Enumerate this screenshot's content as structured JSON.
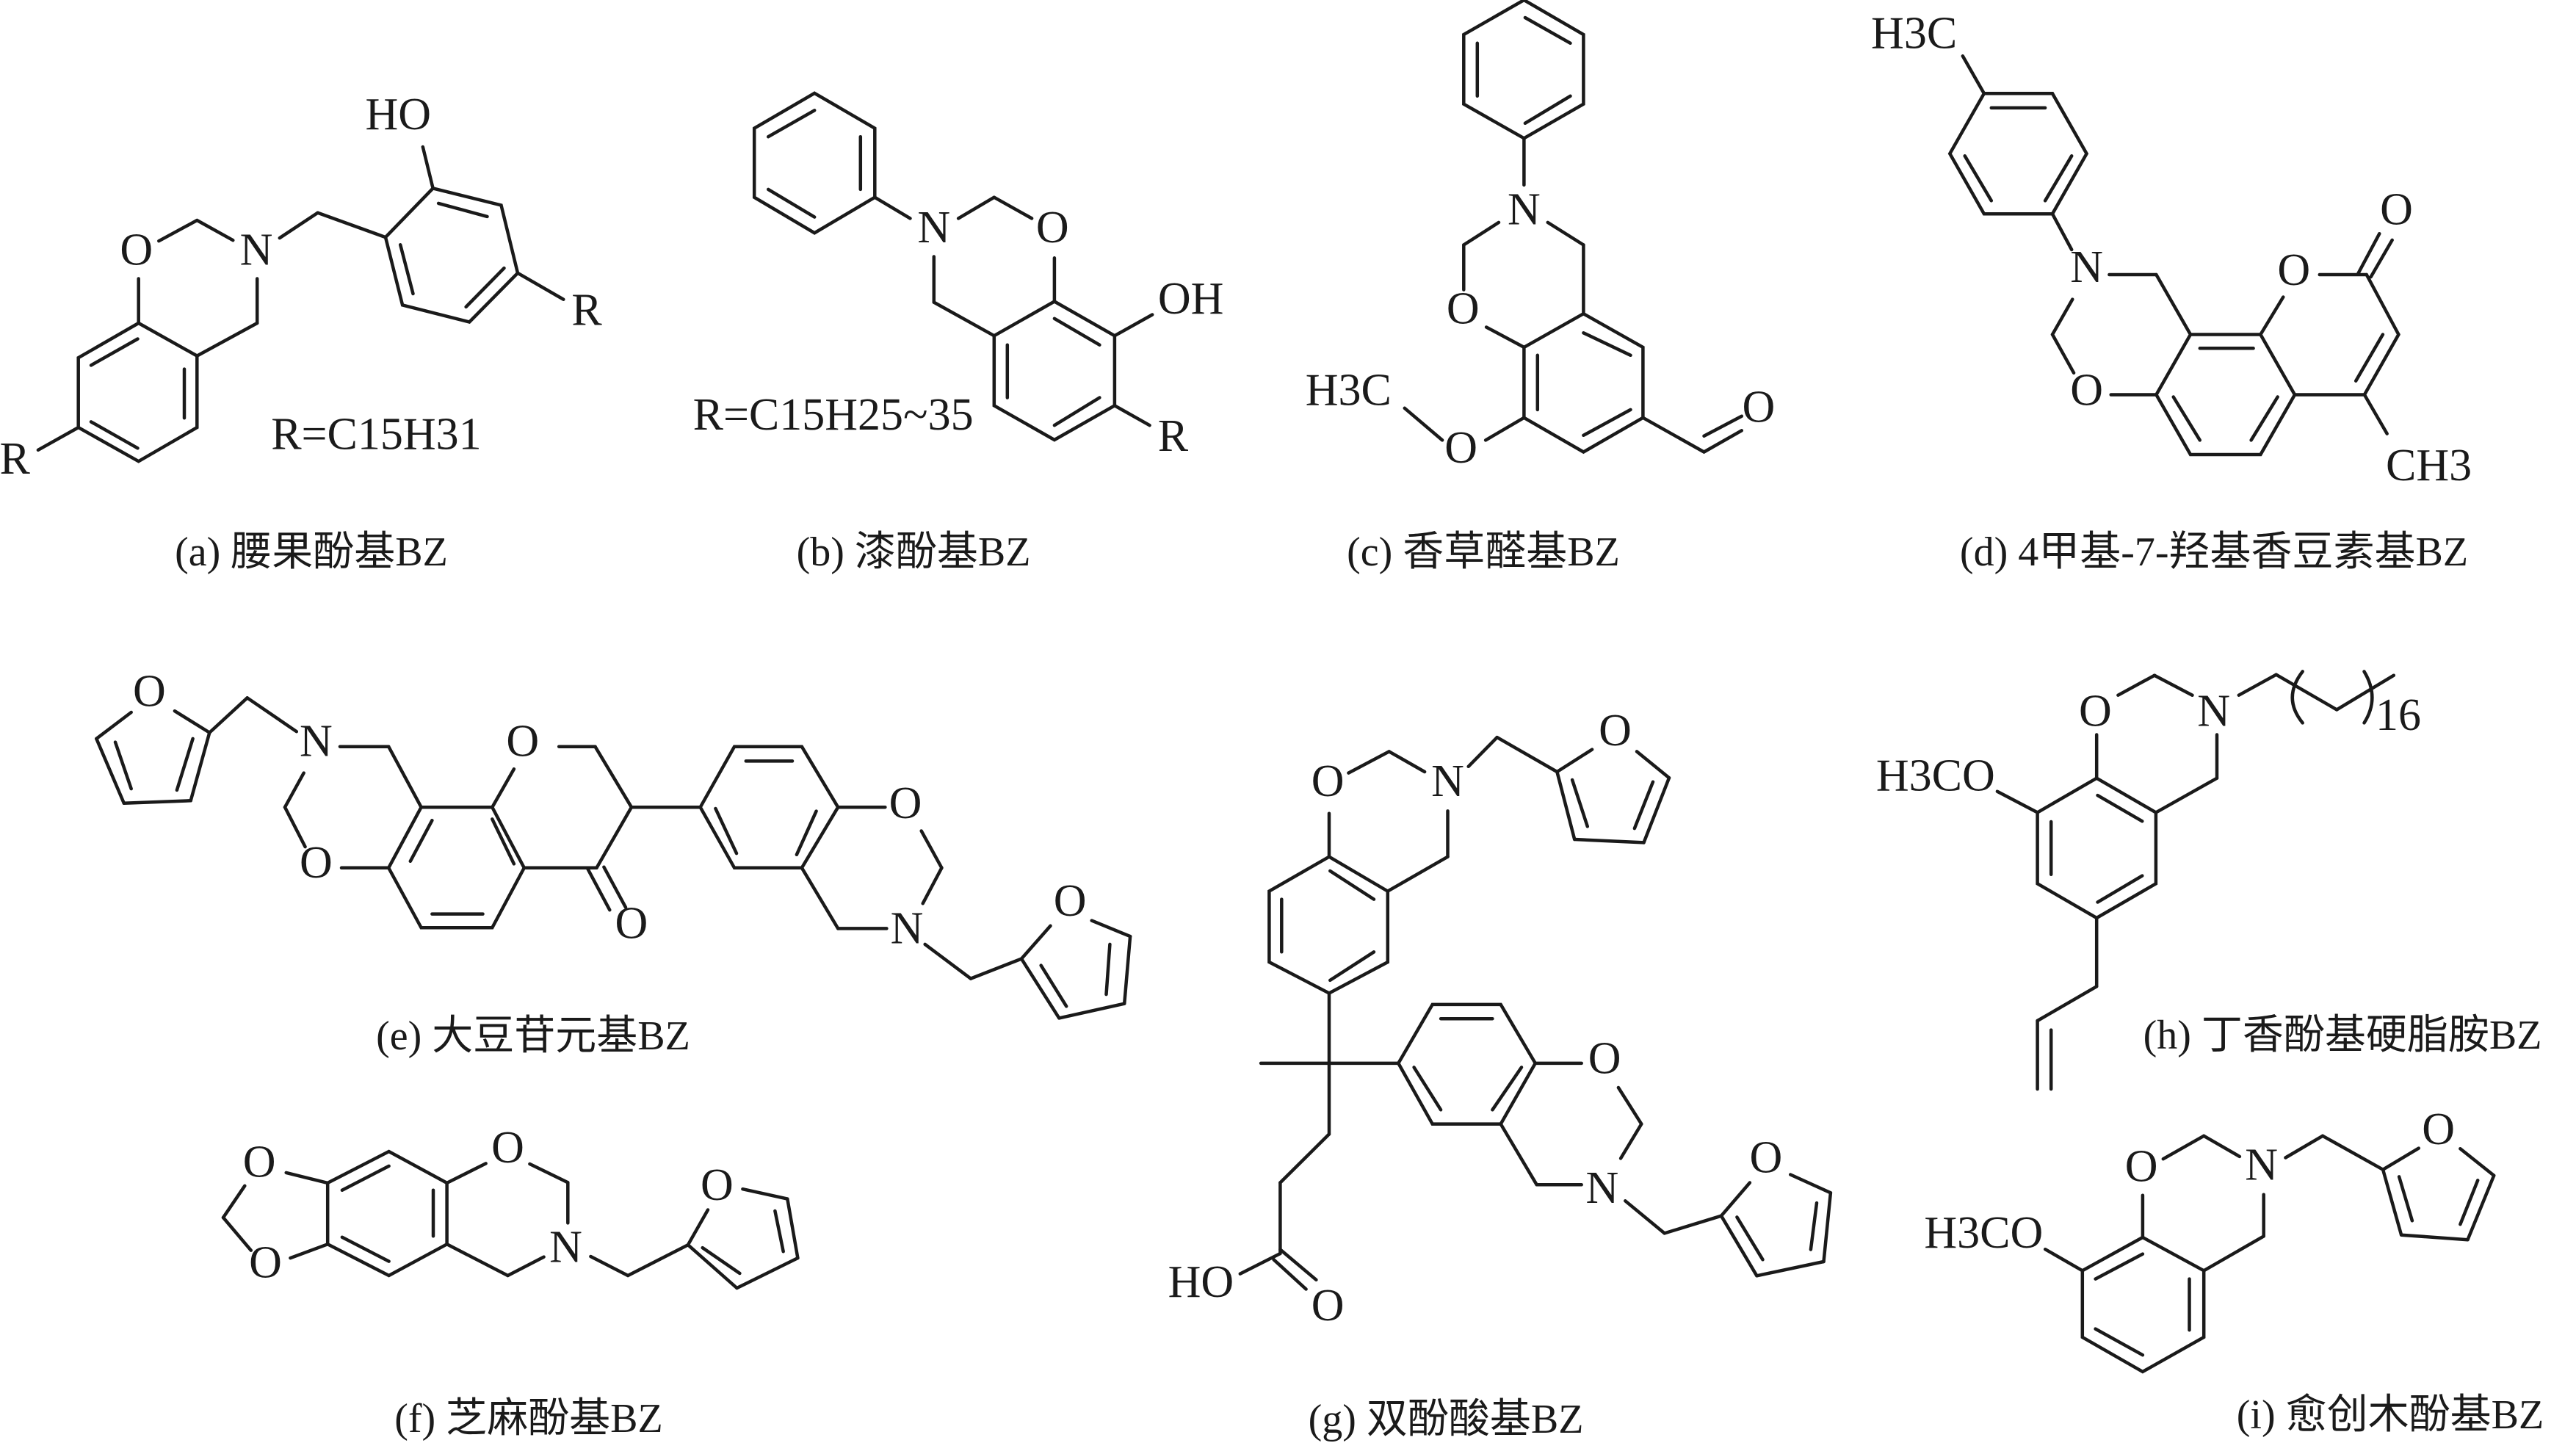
{
  "figure": {
    "a": {
      "caption": "(a) 腰果酚基BZ",
      "labels": {
        "ho": "HO",
        "o": "O",
        "n": "N",
        "r1": "R",
        "r2": "R",
        "r_def": "R=C15H31"
      }
    },
    "b": {
      "caption": "(b) 漆酚基BZ",
      "labels": {
        "n": "N",
        "o": "O",
        "oh": "OH",
        "r": "R",
        "r_def": "R=C15H25~35"
      }
    },
    "c": {
      "caption": "(c) 香草醛基BZ",
      "labels": {
        "n": "N",
        "o_ring": "O",
        "o_methoxy": "O",
        "h3c": "H3C",
        "o_aldehyde": "O"
      }
    },
    "d": {
      "caption": "(d) 4甲基-7-羟基香豆素基BZ",
      "labels": {
        "h3c": "H3C",
        "n": "N",
        "o_oxazine": "O",
        "o_lactone": "O",
        "o_carbonyl": "O",
        "ch3": "CH3"
      }
    },
    "e": {
      "caption": "(e) 大豆苷元基BZ",
      "labels": {
        "o_furan1": "O",
        "n1": "N",
        "o_oxazine1": "O",
        "o_pyran": "O",
        "o_keto": "O",
        "o_oxazine2": "O",
        "n2": "N",
        "o_furan2": "O"
      }
    },
    "f": {
      "caption": "(f) 芝麻酚基BZ",
      "labels": {
        "o1": "O",
        "o2": "O",
        "o_oxazine": "O",
        "n": "N",
        "o_furan": "O"
      }
    },
    "g": {
      "caption": "(g) 双酚酸基BZ",
      "labels": {
        "o1": "O",
        "n1": "N",
        "o_furan1": "O",
        "o2": "O",
        "n2": "N",
        "o_furan2": "O",
        "ho": "HO",
        "o_carbonyl": "O"
      }
    },
    "h": {
      "caption": "(h) 丁香酚基硬脂胺BZ",
      "labels": {
        "o": "O",
        "n": "N",
        "h3co": "H3CO",
        "repeat": "16"
      }
    },
    "i": {
      "caption": "(i)  愈创木酚基BZ",
      "labels": {
        "o": "O",
        "n": "N",
        "o_furan": "O",
        "h3co": "H3CO"
      }
    }
  }
}
